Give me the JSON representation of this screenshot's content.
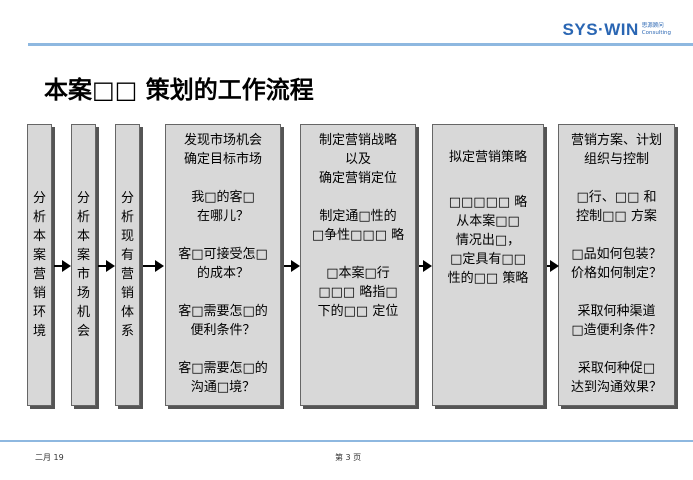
{
  "header": {
    "logo_text": "SYS·WIN",
    "logo_sub_cn": "思源顾问",
    "logo_sub_en": "Consulting"
  },
  "title": "本案□□ 策划的工作流程",
  "steps": [
    {
      "text": "分析本案营销环境"
    },
    {
      "text": "分析本案市场机会"
    },
    {
      "text": "分析现有营销体系"
    },
    {
      "groups": [
        "发现市场机会\n确定目标市场",
        "我□的客□\n在哪儿？",
        "客□可接受怎□\n的成本？",
        "客□需要怎□的\n便利条件？",
        "客□需要怎□的\n沟通□境？"
      ]
    },
    {
      "groups": [
        "制定营销战略\n以及\n确定营销定位",
        "制定通□性的\n□争性□□□ 略",
        "□本案□行\n□□□ 略指□\n下的□□ 定位"
      ]
    },
    {
      "groups": [
        "拟定营销策略",
        "□□□□□ 略\n从本案□□\n情况出□，\n□定具有□□\n性的□□ 策略"
      ]
    },
    {
      "groups": [
        "营销方案、计划\n组织与控制",
        "□行、□□ 和\n控制□□ 方案",
        "□品如何包装？\n价格如何制定？",
        "采取何种渠道\n□造便利条件？",
        "采取何种促□\n达到沟通效果？"
      ]
    }
  ],
  "footer": {
    "date": "二月 19",
    "page": "第 3 页"
  }
}
